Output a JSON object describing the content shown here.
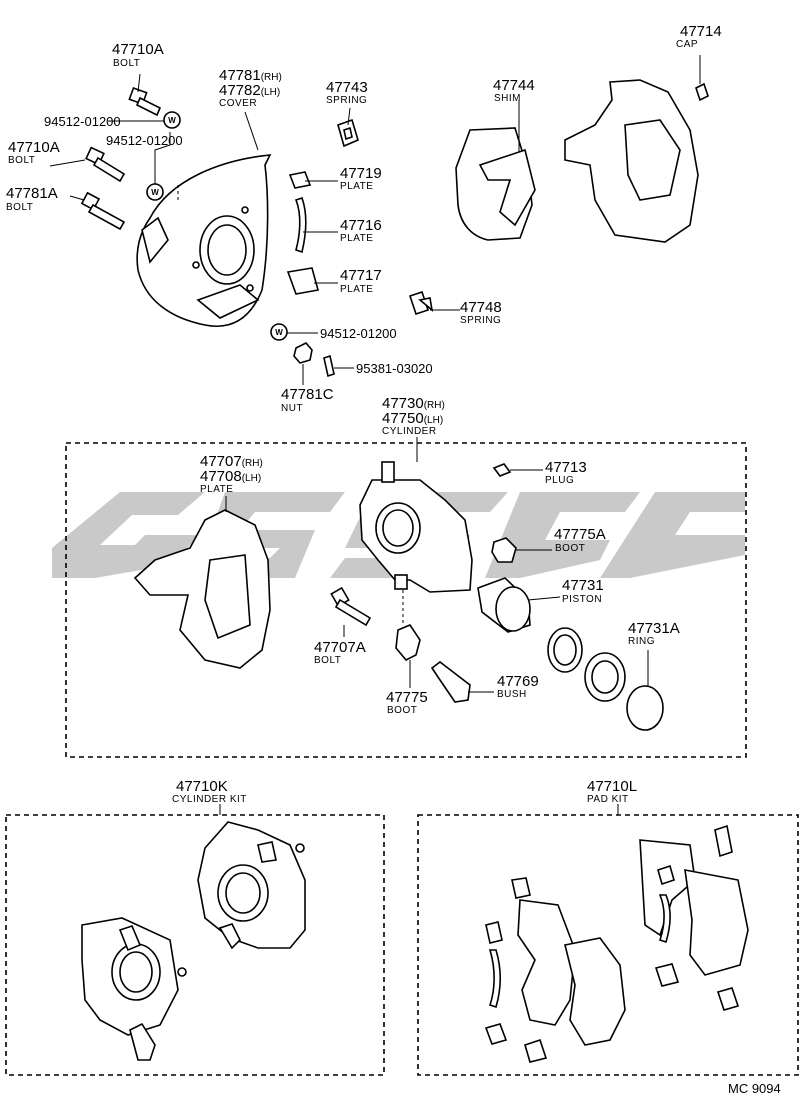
{
  "diagram_code": "MC 9094",
  "parts": {
    "p47714": {
      "number": "47714",
      "name": "CAP"
    },
    "p47710A_top": {
      "number": "47710A",
      "name": "BOLT"
    },
    "p47781": {
      "number": "47781",
      "side": "(RH)"
    },
    "p47782": {
      "number": "47782",
      "side": "(LH)",
      "name": "COVER"
    },
    "p47743": {
      "number": "47743",
      "name": "SPRING"
    },
    "p47744": {
      "number": "47744",
      "name": "SHIM"
    },
    "w94512_a": {
      "number": "94512-01200"
    },
    "w94512_b": {
      "number": "94512-01200"
    },
    "p47710A_mid": {
      "number": "47710A",
      "name": "BOLT"
    },
    "p47781A": {
      "number": "47781A",
      "name": "BOLT"
    },
    "p47719": {
      "number": "47719",
      "name": "PLATE"
    },
    "p47716": {
      "number": "47716",
      "name": "PLATE"
    },
    "p47717": {
      "number": "47717",
      "name": "PLATE"
    },
    "p47748": {
      "number": "47748",
      "name": "SPRING"
    },
    "w94512_c": {
      "number": "94512-01200"
    },
    "p95381": {
      "number": "95381-03020"
    },
    "p47781C": {
      "number": "47781C",
      "name": "NUT"
    },
    "p47730": {
      "number": "47730",
      "side": "(RH)"
    },
    "p47750": {
      "number": "47750",
      "side": "(LH)",
      "name": "CYLINDER"
    },
    "p47707": {
      "number": "47707",
      "side": "(RH)"
    },
    "p47708": {
      "number": "47708",
      "side": "(LH)",
      "name": "PLATE"
    },
    "p47713": {
      "number": "47713",
      "name": "PLUG"
    },
    "p47775A": {
      "number": "47775A",
      "name": "BOOT"
    },
    "p47731": {
      "number": "47731",
      "name": "PISTON"
    },
    "p47707A": {
      "number": "47707A",
      "name": "BOLT"
    },
    "p47731A": {
      "number": "47731A",
      "name": "RING"
    },
    "p47769": {
      "number": "47769",
      "name": "BUSH"
    },
    "p47775": {
      "number": "47775",
      "name": "BOOT"
    },
    "p47710K": {
      "number": "47710K",
      "name": "CYLINDER KIT"
    },
    "p47710L": {
      "number": "47710L",
      "name": "PAD KIT"
    }
  },
  "washer_mark": "W"
}
